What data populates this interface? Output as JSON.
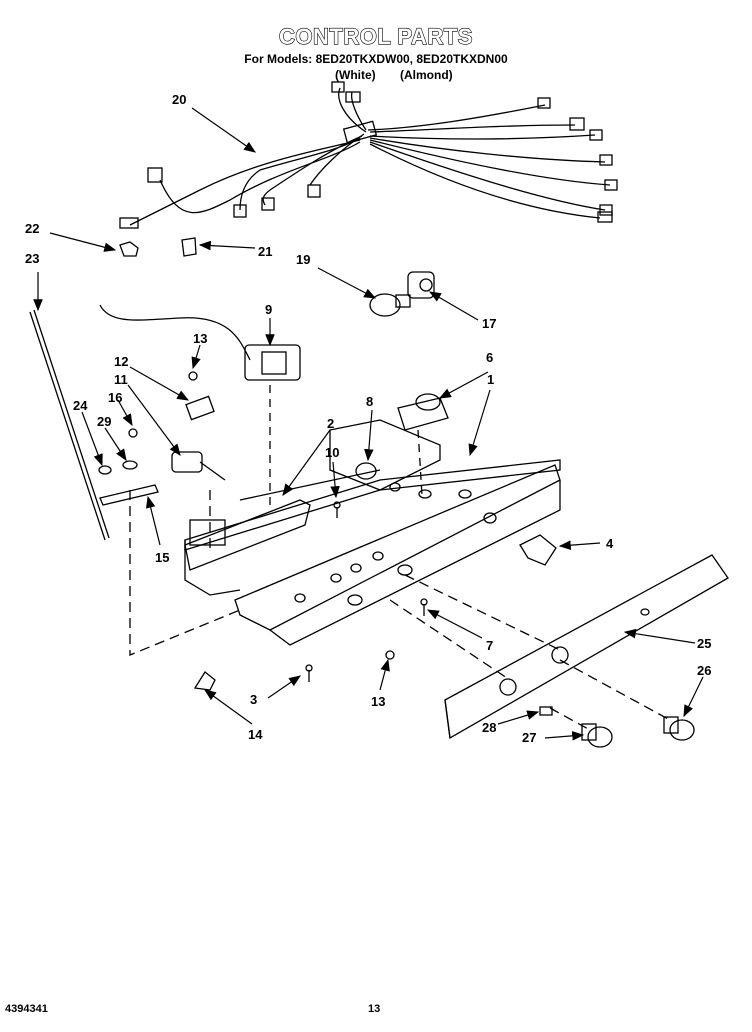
{
  "header": {
    "title": "CONTROL PARTS",
    "models_line": "For Models: 8ED20TKXDW00, 8ED20TKXDN00",
    "color_white": "(White)",
    "color_almond": "(Almond)"
  },
  "callouts": [
    "1",
    "2",
    "3",
    "4",
    "6",
    "7",
    "8",
    "9",
    "10",
    "11",
    "12",
    "13",
    "13",
    "14",
    "15",
    "16",
    "17",
    "19",
    "20",
    "21",
    "22",
    "23",
    "24",
    "25",
    "26",
    "27",
    "28",
    "29"
  ],
  "footer": {
    "doc_number": "4394341",
    "page_number": "13"
  }
}
